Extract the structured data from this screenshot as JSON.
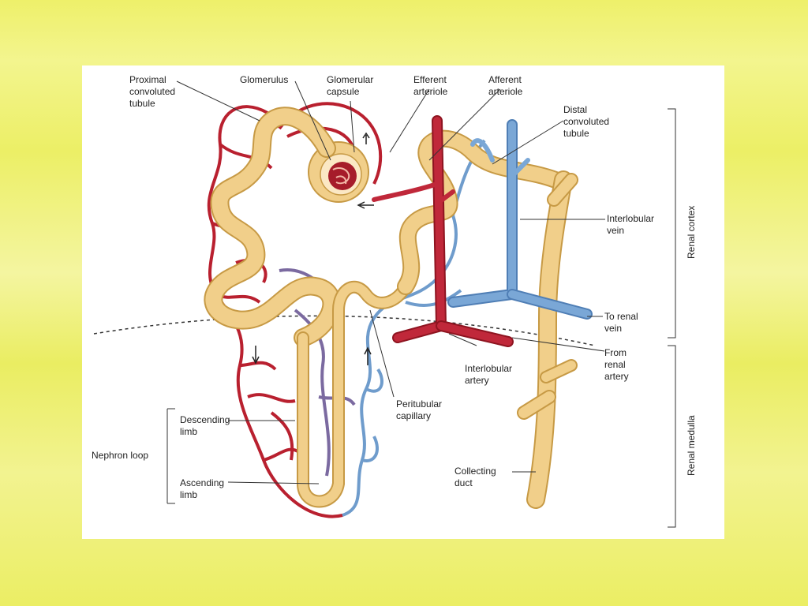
{
  "labels": {
    "proximal": [
      "Proximal",
      "convoluted",
      "tubule"
    ],
    "glomerulus": [
      "Glomerulus"
    ],
    "capsule": [
      "Glomerular",
      "capsule"
    ],
    "efferent": [
      "Efferent",
      "arteriole"
    ],
    "afferent": [
      "Afferent",
      "arteriole"
    ],
    "distal": [
      "Distal",
      "convoluted",
      "tubule"
    ],
    "interlobular_vein": [
      "Interlobular",
      "vein"
    ],
    "to_renal_vein": [
      "To renal",
      "vein"
    ],
    "from_renal_artery": [
      "From",
      "renal",
      "artery"
    ],
    "interlobular_artery": [
      "Interlobular",
      "artery"
    ],
    "peritubular": [
      "Peritubular",
      "capillary"
    ],
    "descending": [
      "Descending",
      "limb"
    ],
    "nephron_loop": [
      "Nephron loop"
    ],
    "ascending": [
      "Ascending",
      "limb"
    ],
    "collecting": [
      "Collecting",
      "duct"
    ],
    "renal_cortex": "Renal cortex",
    "renal_medulla": "Renal medulla"
  },
  "colors": {
    "artery": "#b9202f",
    "vein": "#6f9ccc",
    "tubule": "#f1cf8a",
    "tubule_edge": "#c79a45"
  }
}
